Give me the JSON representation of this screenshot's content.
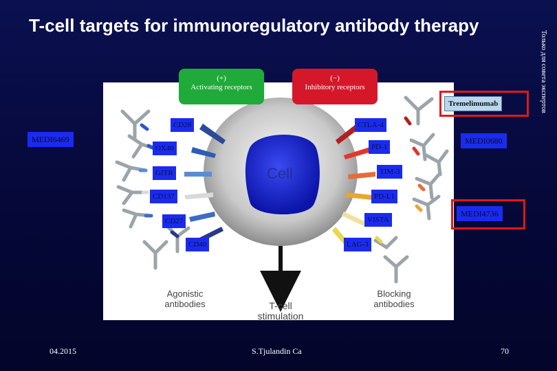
{
  "title": "T-cell targets for immunoregulatory antibody therapy",
  "side_text": "Только для совета экспертов",
  "activating": {
    "sign": "(+)",
    "label": "Activating receptors",
    "color": "#1faa3a"
  },
  "inhibitory": {
    "sign": "(−)",
    "label": "Inhibitory receptors",
    "color": "#d4182a"
  },
  "cell_label": "Cell",
  "activating_receptors": [
    "CD28",
    "OX40",
    "GITR",
    "CD137",
    "CD27",
    "CD40"
  ],
  "inhibitory_receptors": [
    "CTLA-4",
    "PD-1",
    "TIM-3",
    "PD-L1",
    "VISTA",
    "LAG-3"
  ],
  "drugs": {
    "tremelimumab": "Tremelimumab",
    "medi6469": "MEDI6469",
    "medi0680": "MEDI0680",
    "medi4736": "MEDI4736"
  },
  "captions": {
    "agonistic": [
      "Agonistic",
      "antibodies"
    ],
    "blocking": [
      "Blocking",
      "antibodies"
    ],
    "stimulation": [
      "T-cell",
      "stimulation"
    ]
  },
  "footer": {
    "date": "04.2015",
    "author": "S.Tjulandin Ca",
    "page": "70"
  },
  "colors": {
    "highlight": "#e01818",
    "label_bg": "#1a2bf0",
    "slide_bg": "#070a48"
  }
}
